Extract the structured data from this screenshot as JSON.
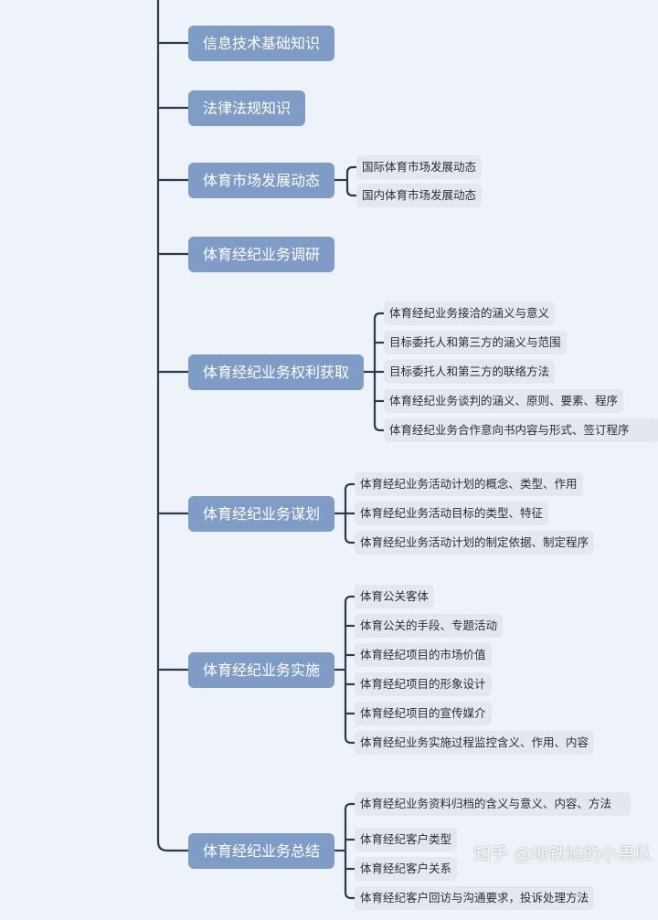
{
  "topics": [
    {
      "label": "信息技术基础知识",
      "children": []
    },
    {
      "label": "法律法规知识",
      "children": []
    },
    {
      "label": "体育市场发展动态",
      "children": [
        "国际体育市场发展动态",
        "国内体育市场发展动态"
      ]
    },
    {
      "label": "体育经纪业务调研",
      "children": []
    },
    {
      "label": "体育经纪业务权利获取",
      "children": [
        "体育经纪业务接洽的涵义与意义",
        "目标委托人和第三方的涵义与范围",
        "目标委托人和第三方的联络方法",
        "体育经纪业务谈判的涵义、原则、要素、程序",
        "体育经纪业务合作意向书内容与形式、签订程序"
      ]
    },
    {
      "label": "体育经纪业务谋划",
      "children": [
        "体育经纪业务活动计划的概念、类型、作用",
        "体育经纪业务活动目标的类型、特征",
        "体育经纪业务活动计划的制定依据、制定程序"
      ]
    },
    {
      "label": "体育经纪业务实施",
      "children": [
        "体育公关客体",
        "体育公关的手段、专题活动",
        "体育经纪项目的市场价值",
        "体育经纪项目的形象设计",
        "体育经纪项目的宣传媒介",
        "体育经纪业务实施过程监控含义、作用、内容"
      ]
    },
    {
      "label": "体育经纪业务总结",
      "children": [
        "体育经纪业务资料归档的含义与意义、内容、方法",
        "体育经纪客户类型",
        "体育经纪客户关系",
        "体育经纪客户回访与沟通要求，投诉处理方法"
      ]
    }
  ],
  "watermark": "知乎 @地铁站的小男队",
  "colors": {
    "background": "#eef3fa",
    "node": "#7f9cc6",
    "leaf": "#e3e8ef",
    "line": "#2e3a4a"
  }
}
